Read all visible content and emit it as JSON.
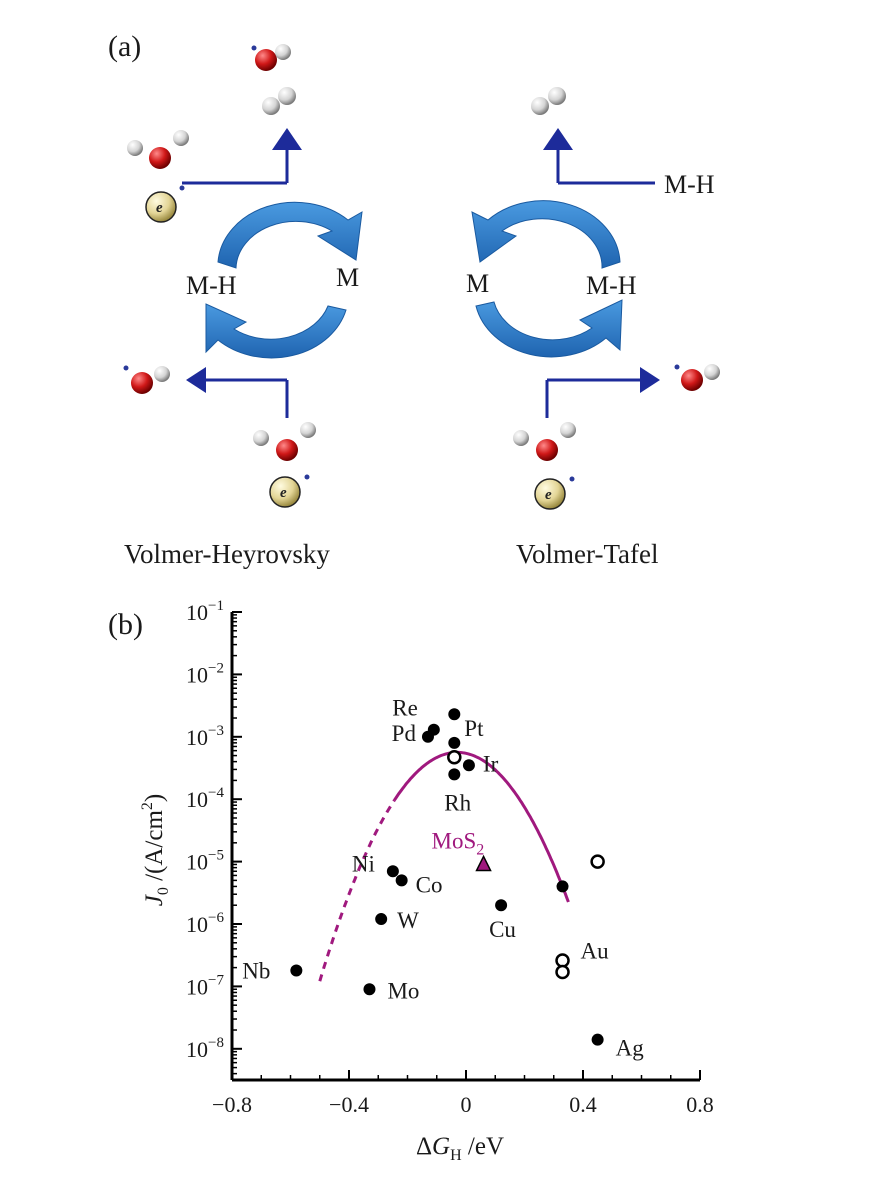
{
  "panel_a": {
    "label": "(a)",
    "left_cycle": {
      "mechanism": "Volmer-Heyrovsky",
      "state_left": "M-H",
      "state_right": "M"
    },
    "right_cycle": {
      "mechanism": "Volmer-Tafel",
      "state_left": "M",
      "state_right": "M-H",
      "state_out": "M-H"
    },
    "electron_label": "e",
    "colors": {
      "arrow": "#2a7ac8",
      "line": "#1d2b9a",
      "oxygen": "#c81414",
      "hydrogen": "#e6e6e6",
      "electron": "#e6dca0"
    },
    "icons": [
      "water-molecule-icon",
      "hydroxide-icon",
      "hydrogen-molecule-icon",
      "electron-icon",
      "cycle-arrow-icon"
    ]
  },
  "panel_b": {
    "label": "(b)"
  },
  "chart_data": {
    "type": "scatter",
    "xlabel": {
      "prefix": "Δ",
      "var": "G",
      "sub": "H",
      "suffix": " /eV"
    },
    "ylabel": {
      "var": "J",
      "sub": "0",
      "mid": " /(A/cm",
      "sup": "2",
      "end": ")"
    },
    "x_range": [
      -0.8,
      0.8
    ],
    "y_range_log10": [
      -8.5,
      -1
    ],
    "log_y": true,
    "x_ticks": [
      {
        "value": -0.8,
        "label": "−0.8"
      },
      {
        "value": -0.4,
        "label": "−0.4"
      },
      {
        "value": 0,
        "label": "0"
      },
      {
        "value": 0.4,
        "label": "0.4"
      },
      {
        "value": 0.8,
        "label": "0.8"
      }
    ],
    "y_ticks": [
      {
        "exp": -1,
        "base": "10",
        "sup": "−1"
      },
      {
        "exp": -2,
        "base": "10",
        "sup": "−2"
      },
      {
        "exp": -3,
        "base": "10",
        "sup": "−3"
      },
      {
        "exp": -4,
        "base": "10",
        "sup": "−4"
      },
      {
        "exp": -5,
        "base": "10",
        "sup": "−5"
      },
      {
        "exp": -6,
        "base": "10",
        "sup": "−6"
      },
      {
        "exp": -7,
        "base": "10",
        "sup": "−7"
      },
      {
        "exp": -8,
        "base": "10",
        "sup": "−8"
      }
    ],
    "points": [
      {
        "x": -0.58,
        "y": 1.8e-07,
        "label": "Nb",
        "filled": true
      },
      {
        "x": -0.33,
        "y": 9e-08,
        "label": "Mo",
        "filled": true
      },
      {
        "x": -0.29,
        "y": 1.2e-06,
        "label": "W",
        "filled": true
      },
      {
        "x": -0.25,
        "y": 7e-06,
        "label": "Ni",
        "filled": true
      },
      {
        "x": -0.22,
        "y": 5e-06,
        "label": "Co",
        "filled": true
      },
      {
        "x": -0.11,
        "y": 0.0013,
        "label": "Re",
        "filled": true
      },
      {
        "x": -0.13,
        "y": 0.001,
        "label": "Pd",
        "filled": true
      },
      {
        "x": -0.04,
        "y": 0.0023,
        "label": "Pt",
        "filled": true
      },
      {
        "x": -0.04,
        "y": 0.0008,
        "label": "",
        "filled": true
      },
      {
        "x": -0.04,
        "y": 0.00047,
        "label": "",
        "filled": false
      },
      {
        "x": 0.01,
        "y": 0.00035,
        "label": "Ir",
        "filled": true
      },
      {
        "x": -0.04,
        "y": 0.00025,
        "label": "Rh",
        "filled": true
      },
      {
        "x": 0.12,
        "y": 2e-06,
        "label": "Cu",
        "filled": true
      },
      {
        "x": 0.33,
        "y": 4e-06,
        "label": "",
        "filled": true
      },
      {
        "x": 0.45,
        "y": 1e-05,
        "label": "",
        "filled": false
      },
      {
        "x": 0.33,
        "y": 2.6e-07,
        "label": "Au",
        "filled": false
      },
      {
        "x": 0.33,
        "y": 1.7e-07,
        "label": "",
        "filled": false
      },
      {
        "x": 0.45,
        "y": 1.4e-08,
        "label": "Ag",
        "filled": true
      }
    ],
    "mos2": {
      "x": 0.06,
      "y": 9e-06,
      "base": "MoS",
      "sub": "2",
      "color": "#a0197e"
    },
    "volcano": {
      "peak_x": -0.03,
      "peak_log10": -3.25,
      "slope_log10_per_eV": 16.6,
      "dashed_until_x": -0.24,
      "x_start": -0.5,
      "x_end": 0.35,
      "color": "#a0197e"
    }
  }
}
